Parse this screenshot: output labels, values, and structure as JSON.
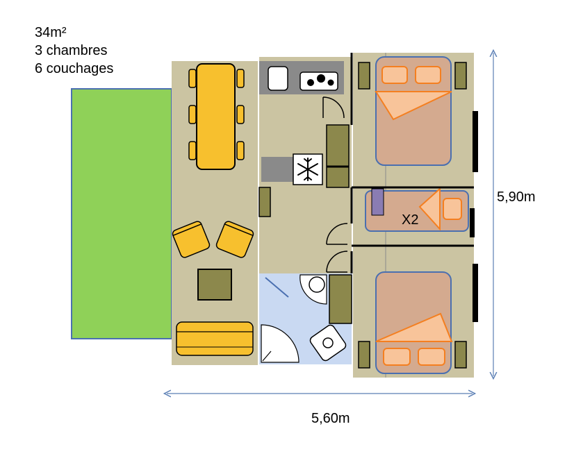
{
  "plan": {
    "surface": "34m²",
    "bedrooms": "3 chambres",
    "beds": "6 couchages"
  },
  "dimensions": {
    "width": "5,60m",
    "depth": "5,90m"
  },
  "labels": {
    "bunk": "X2"
  },
  "colors": {
    "floor": "#cbc4a2",
    "terrace": "#8fd158",
    "furniture": "#f7c02e",
    "bed": "#d4aa8f",
    "pillow": "#f8c49a",
    "bathroom": "#c9d9f2",
    "cabinet": "#8c884c",
    "wall": "#000000",
    "dimension_line": "#5b7fb5"
  }
}
